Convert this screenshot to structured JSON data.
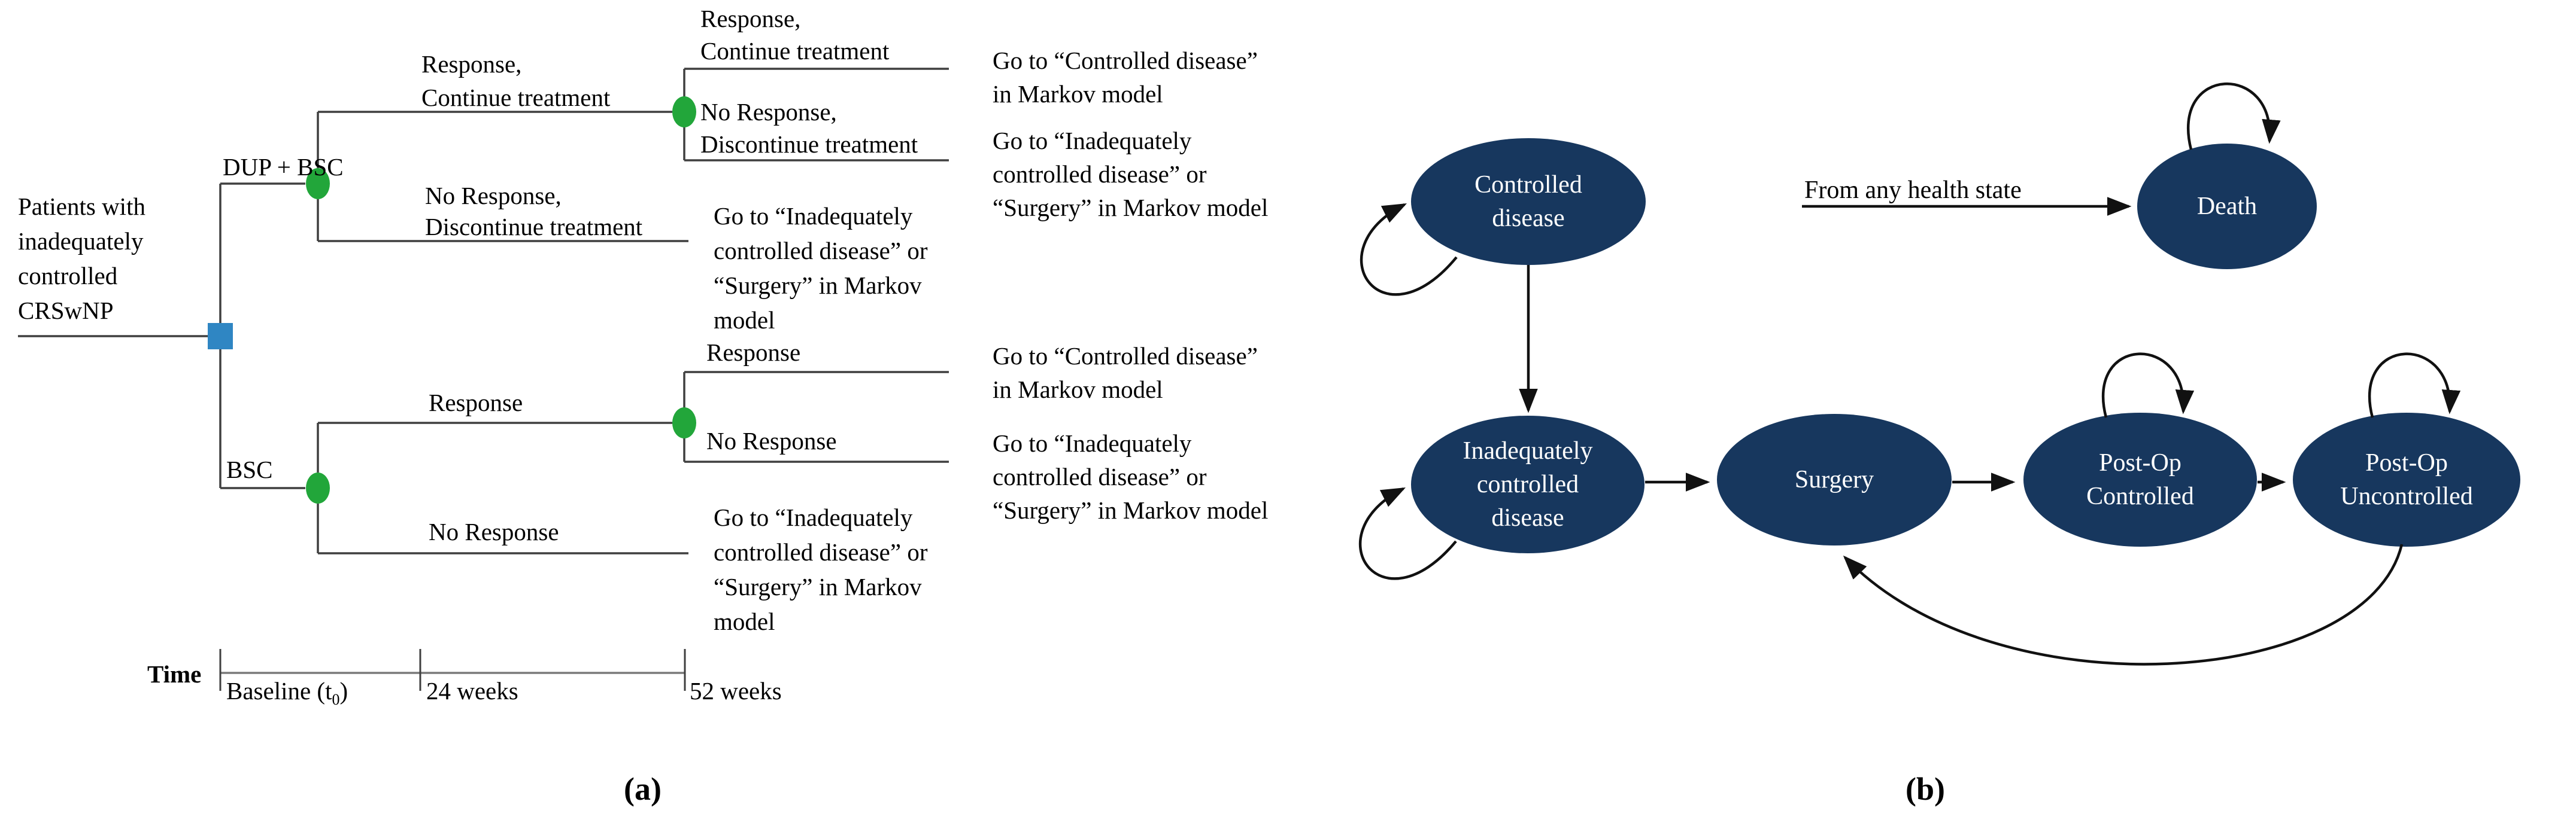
{
  "colors": {
    "state_fill": "#17375E",
    "chance_node_fill": "#22A63A",
    "decision_node_fill": "#2F86C3",
    "tree_line": "#3F3F3F",
    "arrow_line": "#111111"
  },
  "panel_a": {
    "caption": "(a)",
    "root": {
      "lines": [
        "Patients with",
        "inadequately",
        "controlled",
        "CRSwNP"
      ]
    },
    "arm_top": "DUP + BSC",
    "arm_bottom": "BSC",
    "level1_top": {
      "response": [
        "Response,",
        "Continue treatment"
      ],
      "no_response": [
        "No Response,",
        "Discontinue treatment"
      ]
    },
    "level2_top": {
      "response": [
        "Response,",
        "Continue treatment"
      ],
      "no_response": [
        "No Response,",
        "Discontinue treatment"
      ]
    },
    "level1_bottom": {
      "response": "Response",
      "no_response": "No Response"
    },
    "level2_bottom": {
      "response": "Response",
      "no_response": "No Response"
    },
    "outcomes": {
      "controlled_2l": [
        "Go to “Controlled disease”",
        "in Markov model"
      ],
      "inad_3l": [
        "Go to “Inadequately",
        "controlled disease” or",
        "“Surgery” in Markov model"
      ],
      "inad_4l": [
        "Go to “Inadequately",
        "controlled disease” or",
        "“Surgery” in Markov",
        "model"
      ]
    },
    "time": {
      "label": "Time",
      "baseline_pre": "Baseline (t",
      "baseline_sub": "0",
      "baseline_post": ")",
      "t24": "24 weeks",
      "t52": "52 weeks"
    }
  },
  "panel_b": {
    "caption": "(b)",
    "from_any": "From any health state",
    "states": {
      "controlled": [
        "Controlled",
        "disease"
      ],
      "death": [
        "Death"
      ],
      "inadequate": [
        "Inadequately",
        "controlled",
        "disease"
      ],
      "surgery": [
        "Surgery"
      ],
      "postop_controlled": [
        "Post-Op",
        "Controlled"
      ],
      "postop_uncontrolled": [
        "Post-Op",
        "Uncontrolled"
      ]
    }
  }
}
